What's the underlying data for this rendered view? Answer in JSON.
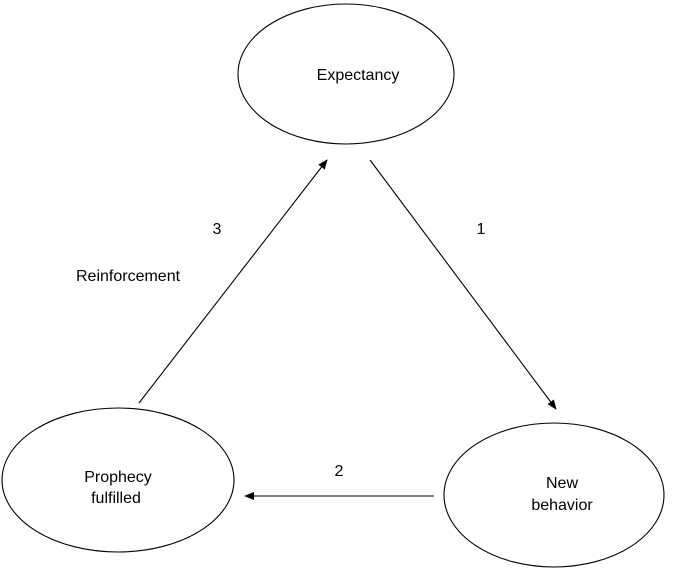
{
  "nodes": {
    "expectancy": {
      "lines": [
        "Expectancy"
      ]
    },
    "new_behavior": {
      "lines": [
        "New",
        "behavior"
      ]
    },
    "prophecy_fulfilled": {
      "lines": [
        "Prophecy",
        "fulfilled"
      ]
    }
  },
  "edges": {
    "e1": {
      "label": "1"
    },
    "e2": {
      "label": "2"
    },
    "e3": {
      "label": "3"
    }
  },
  "annotations": {
    "reinforcement": "Reinforcement"
  },
  "colors": {
    "stroke": "#000000",
    "background": "#ffffff"
  }
}
